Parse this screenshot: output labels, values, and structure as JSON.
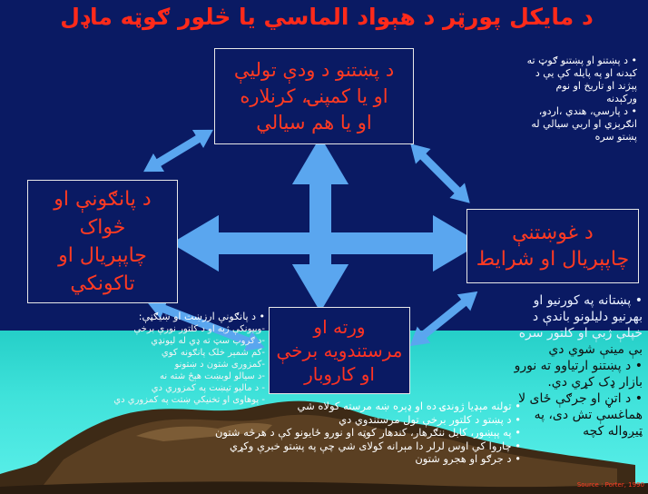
{
  "title": "د مايکل پورټر د هېواد الماسي يا څلور ګوټه ماډل",
  "boxes": {
    "top": [
      "د پښتنو د ودې توليې",
      "او يا کمپنۍ، کرنلاره",
      "او يا هم سيالي"
    ],
    "left": [
      "د پانګونې او",
      "څواک",
      "چاپېريال او",
      "تاکونکي"
    ],
    "right": [
      "د غوښتنې",
      "چاپېريال او شرايط"
    ],
    "bottom": [
      "ورته او",
      "مرستندويه برخې",
      "او کاروبار"
    ]
  },
  "notes": {
    "top_right": [
      "• د پښتنو او پښتنو ګوټ ته",
      "کېدنه او په پايله کې يې د",
      "پېژند او تاريخ او نوم",
      "ورکېدنه",
      "• د پارسي، هندي ،اردو،",
      "انګرېزي او اربي سيالي له",
      "پښتو سره"
    ],
    "right_dark": [
      "• پښتانه په کورنيو او",
      "بهرنيو دليلونو باندې د",
      "خپلې ژبې او کلتور سره",
      "بې مينې شوي دي"
    ],
    "right_light": [
      "• د پښتنو ارتياوو ته نورو",
      "بازار ډک کړي دي.",
      "• د اتڼ او جرګې ځای لا",
      "هماغسې تش دی، په",
      "ټيږواله کچه"
    ],
    "left_head": "• د پانګونې ارزښت او ښيګڼې:",
    "left_items": [
      "-وېيونکې ژبه او د کلتور نورې برخې",
      "-د ګروپ سټ ته ډي له ليونډي",
      "-کم شمېر خلک پانګونه کوي",
      "-کمزوری شتون د ښتونو",
      "-د سيالو لوبښت هېڅ شته نه",
      "- د ماليو تيښت په کمزوري دي",
      "- پوهاوی او تخنيکي ښتت په کمزوري دي"
    ],
    "bottom": [
      "• تولنه مېډيا ژوندۍ ده او ډېره ښه مرسته کولاه شي",
      "• د پښتو د کلتور برخې تول مرستندوي دي",
      "• په پېښور، کابل ننګرهار، کندهار کوټه او نورو ځايونو کې د هرڅه شتون",
      "• چاروا کي اوس لرلر دا مېرانه کولای شي چې په پښتو خبرې وکړي",
      "• د جرګو او هجرو شتون"
    ]
  },
  "source": "Source : Porter, 1990",
  "colors": {
    "background": "#0a1a63",
    "title": "#ff2a1a",
    "arrow": "#5aa6ef",
    "sea": "#3fe2da"
  }
}
